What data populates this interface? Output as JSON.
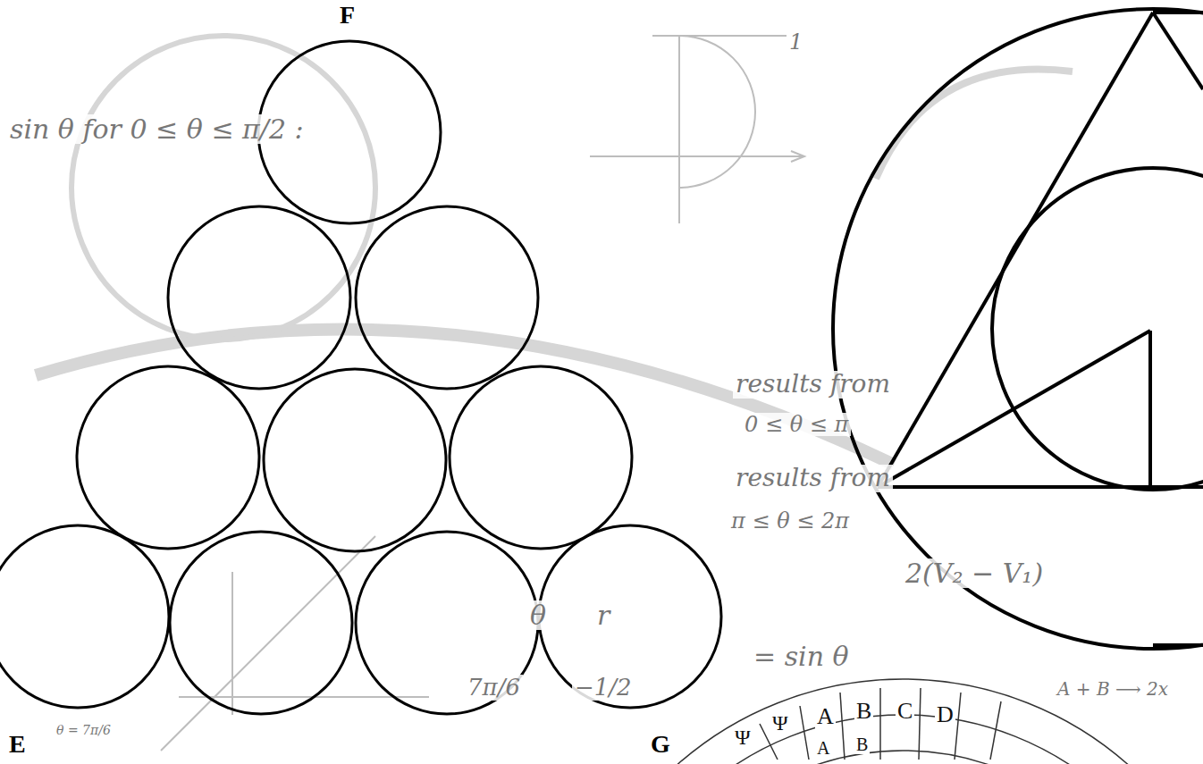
{
  "diagram": {
    "labels": [
      "F",
      "E",
      "G",
      "sin θ for 0 ≤ θ ≤ π/2 :",
      "1",
      "results from",
      "0 ≤ θ ≤ π",
      "results from",
      "π ≤ θ ≤ 2π",
      "= sin θ",
      "2(V₂ − V₁)",
      "θ",
      "r",
      "7π/6",
      "−1/2",
      "A + B ⟶ 2x",
      "θ = 7π/6",
      "Ψ",
      "Ψ",
      "A",
      "B",
      "C",
      "D",
      "A",
      "B"
    ]
  }
}
